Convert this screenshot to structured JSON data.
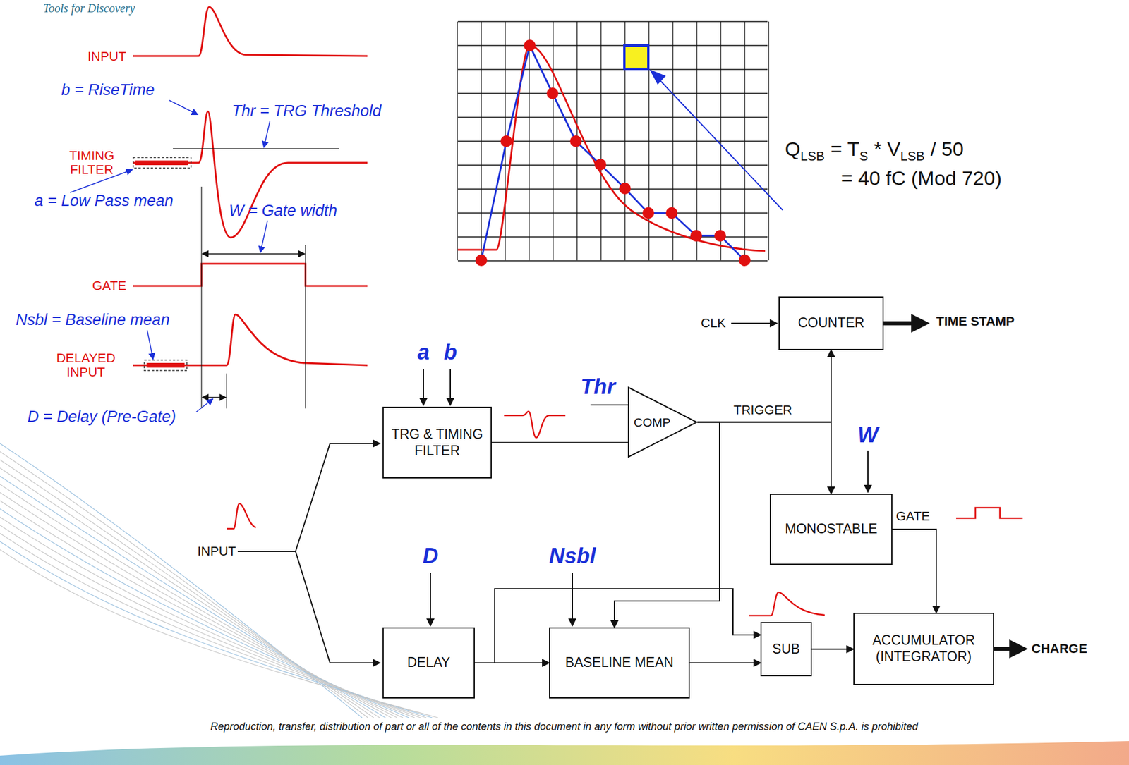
{
  "diagram": {
    "nodes": [
      {
        "text": [
          "TRG & TIMING FILTER"
        ]
      },
      {
        "text": [
          "COMP"
        ]
      },
      {
        "text": [
          "COUNTER"
        ]
      },
      {
        "text": [
          "MONOSTABLE"
        ]
      },
      {
        "text": [
          "DELAY"
        ]
      },
      {
        "text": [
          "BASELINE MEAN"
        ]
      },
      {
        "text": [
          "SUB"
        ]
      },
      {
        "text": [
          "ACCUMULATOR (INTEGRATOR)"
        ]
      }
    ],
    "edges": [
      {
        "from": 0,
        "to": 1,
        "arrow": "none"
      },
      {
        "from": 1,
        "to": 2,
        "arrow": "to"
      },
      {
        "from": 1,
        "to": 3,
        "arrow": "to"
      },
      {
        "from": 1,
        "to": 5,
        "arrow": "to"
      },
      {
        "from": 4,
        "to": 5,
        "arrow": "to"
      },
      {
        "from": 4,
        "to": 6,
        "arrow": "to"
      },
      {
        "from": 5,
        "to": 6,
        "arrow": "to"
      },
      {
        "from": 6,
        "to": 7,
        "arrow": "to"
      },
      {
        "from": 3,
        "to": 7,
        "arrow": "to"
      }
    ],
    "labels": [
      "Tools for Discovery",
      "INPUT",
      "b = RiseTime",
      "Thr = TRG Threshold",
      "TIMING FILTER",
      "a = Low Pass mean",
      "W = Gate width",
      "GATE",
      "Nsbl = Baseline mean",
      "DELAYED INPUT",
      "D = Delay (Pre-Gate)",
      "Q",
      "LSB",
      "= T",
      "S",
      "* V",
      "LSB",
      "/ 50",
      "= 40 fC (Mod 720)",
      "a",
      "b",
      "Thr",
      "W",
      "D",
      "Nsbl",
      "CLK",
      "TIME STAMP",
      "TRIGGER",
      "GATE",
      "INPUT",
      "CHARGE",
      "Reproduction, transfer, distribution of part or all of the contents in this document in any form without prior written permission of CAEN S.p.A. is prohibited"
    ]
  }
}
